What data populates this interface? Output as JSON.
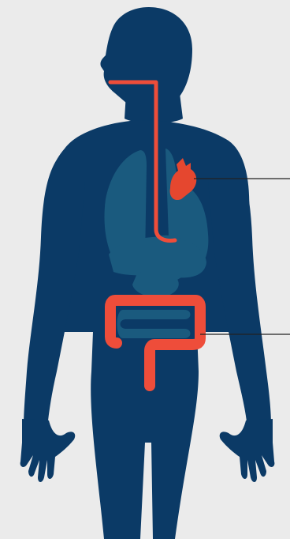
{
  "colors": {
    "background": "#ebebeb",
    "body": "#0b3a66",
    "organs": "#1a5a7e",
    "highlight": "#ee4d3a",
    "heart": "#e5472f",
    "leader_line": "#222222"
  },
  "figure": {
    "subject": "human-body-silhouette",
    "highlighted_organs": [
      "esophagus",
      "heart",
      "colon"
    ],
    "background_organs": [
      "lungs",
      "stomach",
      "liver",
      "small-intestine"
    ],
    "callouts": [
      {
        "id": "heart-callout",
        "target": "heart",
        "label": ""
      },
      {
        "id": "colon-callout",
        "target": "colon",
        "label": ""
      }
    ]
  }
}
